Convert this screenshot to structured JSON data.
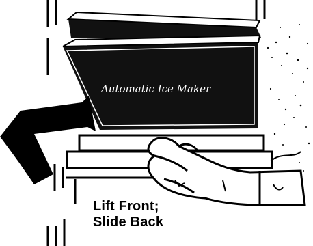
{
  "panel_label": "Automatic Ice Maker",
  "instruction": {
    "line1": "Lift Front;",
    "line2": "Slide Back"
  },
  "colors": {
    "ink": "#000000",
    "paper": "#ffffff"
  }
}
